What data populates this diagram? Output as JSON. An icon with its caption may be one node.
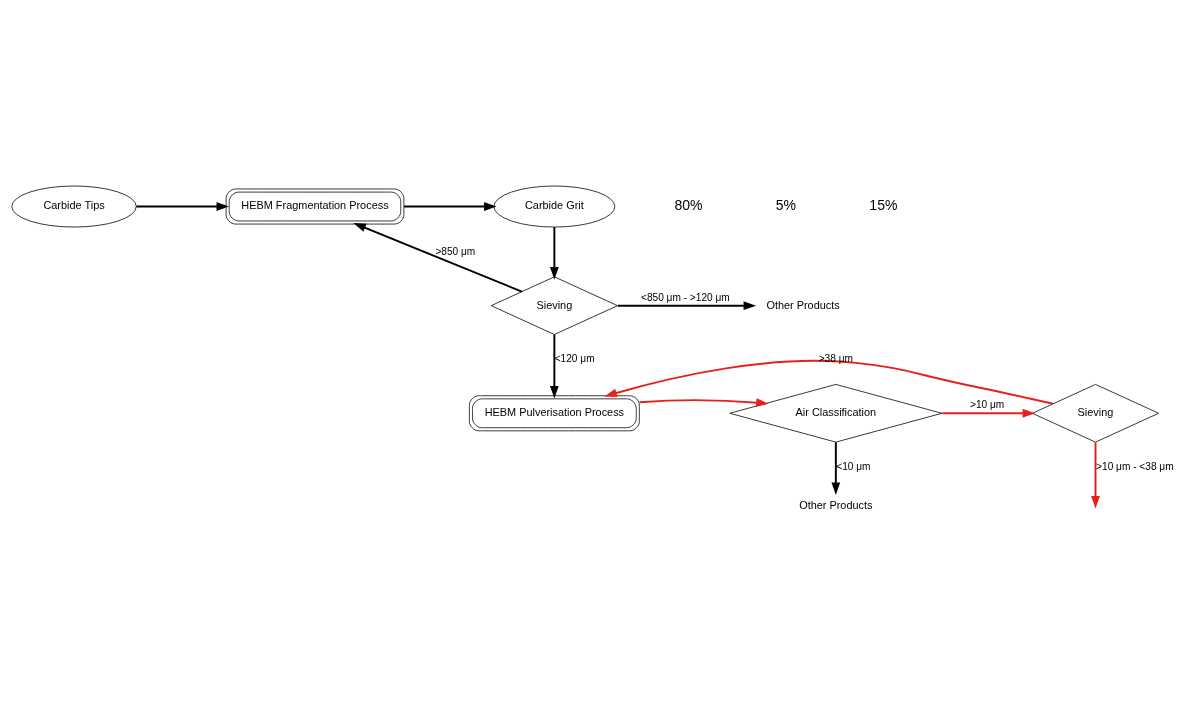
{
  "diagram": {
    "nodes": [
      {
        "text": [
          "Carbide Tips"
        ]
      },
      {
        "text": [
          "HEBM Fragmentation Process"
        ]
      },
      {
        "text": [
          "Carbide Grit"
        ]
      },
      {
        "text": [
          "Sieving"
        ]
      },
      {
        "text": [
          "HEBM Pulverisation Process"
        ]
      },
      {
        "text": [
          "Air Classification"
        ]
      },
      {
        "text": [
          "Sieving"
        ]
      },
      {
        "text": [
          "Other Products"
        ]
      },
      {
        "text": [
          "Other Products"
        ]
      }
    ],
    "edges": [
      {
        "from": 0,
        "to": 1,
        "arrow": "to"
      },
      {
        "from": 1,
        "to": 2,
        "arrow": "to"
      },
      {
        "from": 2,
        "to": 3,
        "arrow": "to"
      },
      {
        "from": 3,
        "to": 1,
        "arrow": "to",
        "label": ">850 μm"
      },
      {
        "from": 3,
        "to": 7,
        "arrow": "to",
        "label": "<850 μm - >120 μm"
      },
      {
        "from": 3,
        "to": 4,
        "arrow": "to",
        "label": "<120 μm"
      },
      {
        "from": 4,
        "to": 5,
        "arrow": "to",
        "color": "#e8201c"
      },
      {
        "from": 5,
        "to": 6,
        "arrow": "to",
        "label": ">10 μm",
        "color": "#e8201c"
      },
      {
        "from": 6,
        "to": 4,
        "arrow": "to",
        "label": ">38 μm",
        "color": "#e8201c"
      },
      {
        "from": 6,
        "to": null,
        "arrow": "to",
        "label": ">10 μm - <38 μm",
        "color": "#e8201c"
      },
      {
        "from": 5,
        "to": 8,
        "arrow": "to",
        "label": "<10 μm"
      }
    ],
    "labels": [
      "80%",
      "5%",
      "15%"
    ]
  }
}
